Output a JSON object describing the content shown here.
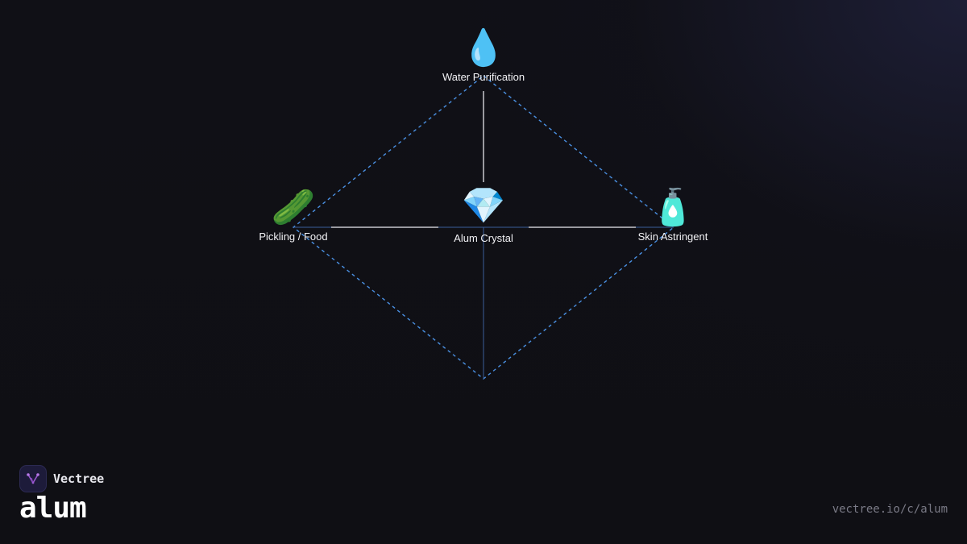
{
  "diagram": {
    "center": {
      "label": "Alum Crystal",
      "icon": "gem-icon",
      "emoji": "💎"
    },
    "nodes": [
      {
        "id": "top",
        "label": "Water Purification",
        "icon": "water-drop-icon",
        "emoji": "💧"
      },
      {
        "id": "left",
        "label": "Pickling / Food",
        "icon": "cucumber-icon",
        "emoji": "🥒"
      },
      {
        "id": "right",
        "label": "Skin Astringent",
        "icon": "lotion-bottle-icon",
        "emoji": "🧴"
      }
    ],
    "colors": {
      "outline": "#4a90e2",
      "connector": "#9a9aa0",
      "axis": "#3a5f9a"
    }
  },
  "brand": {
    "name": "Vectree",
    "icon": "vectree-logo-icon",
    "accent": "#9b59d0"
  },
  "topic": "alum",
  "url": "vectree.io/c/alum"
}
